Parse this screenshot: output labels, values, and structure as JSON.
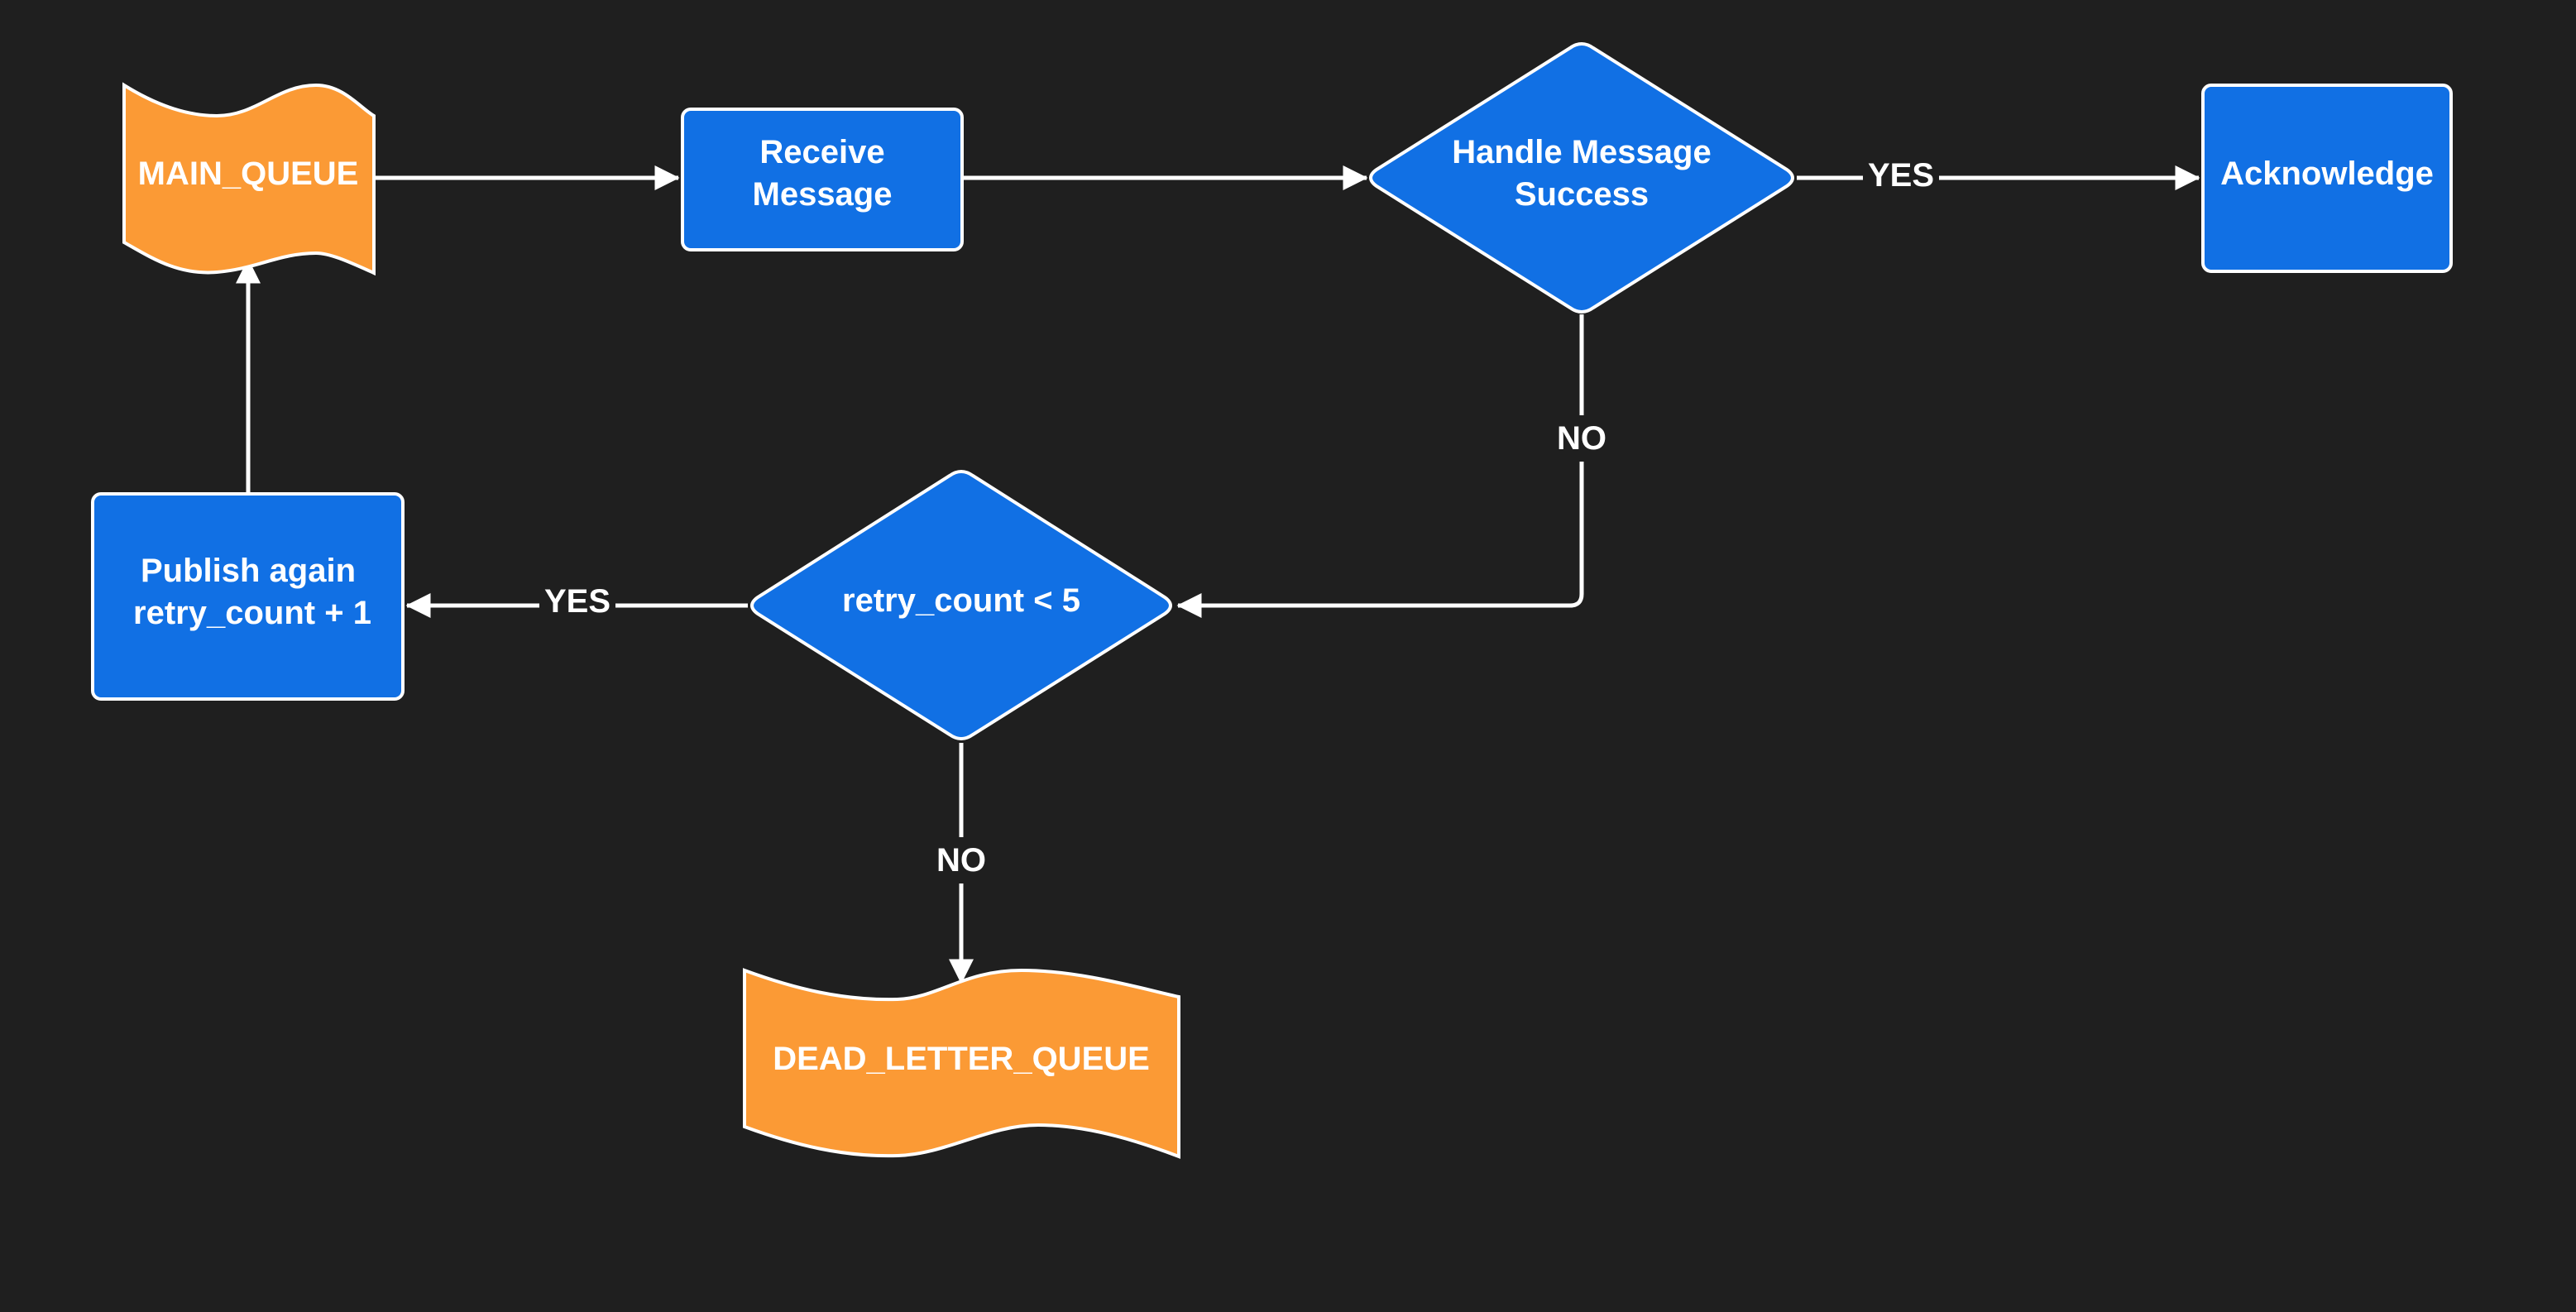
{
  "colors": {
    "background": "#1f1f1f",
    "process": "#1170e4",
    "queue": "#fb9a35",
    "stroke": "#ffffff",
    "text": "#ffffff"
  },
  "nodes": {
    "main_queue": {
      "label": "MAIN_QUEUE",
      "shape": "tape"
    },
    "receive_message": {
      "lines": [
        "Receive",
        "Message"
      ],
      "shape": "rounded-rect"
    },
    "handle_success": {
      "lines": [
        "Handle Message",
        "Success"
      ],
      "shape": "diamond"
    },
    "acknowledge": {
      "label": "Acknowledge",
      "shape": "rounded-rect"
    },
    "retry_check": {
      "label": "retry_count < 5",
      "shape": "diamond"
    },
    "publish_again": {
      "lines": [
        "Publish again",
        "retry_count + 1"
      ],
      "shape": "rounded-rect"
    },
    "dead_letter_queue": {
      "label": "DEAD_LETTER_QUEUE",
      "shape": "tape"
    }
  },
  "edges": {
    "handle_to_ack": {
      "label": "YES"
    },
    "handle_to_retry": {
      "label": "NO"
    },
    "retry_to_publish": {
      "label": "YES"
    },
    "retry_to_dlq": {
      "label": "NO"
    }
  }
}
